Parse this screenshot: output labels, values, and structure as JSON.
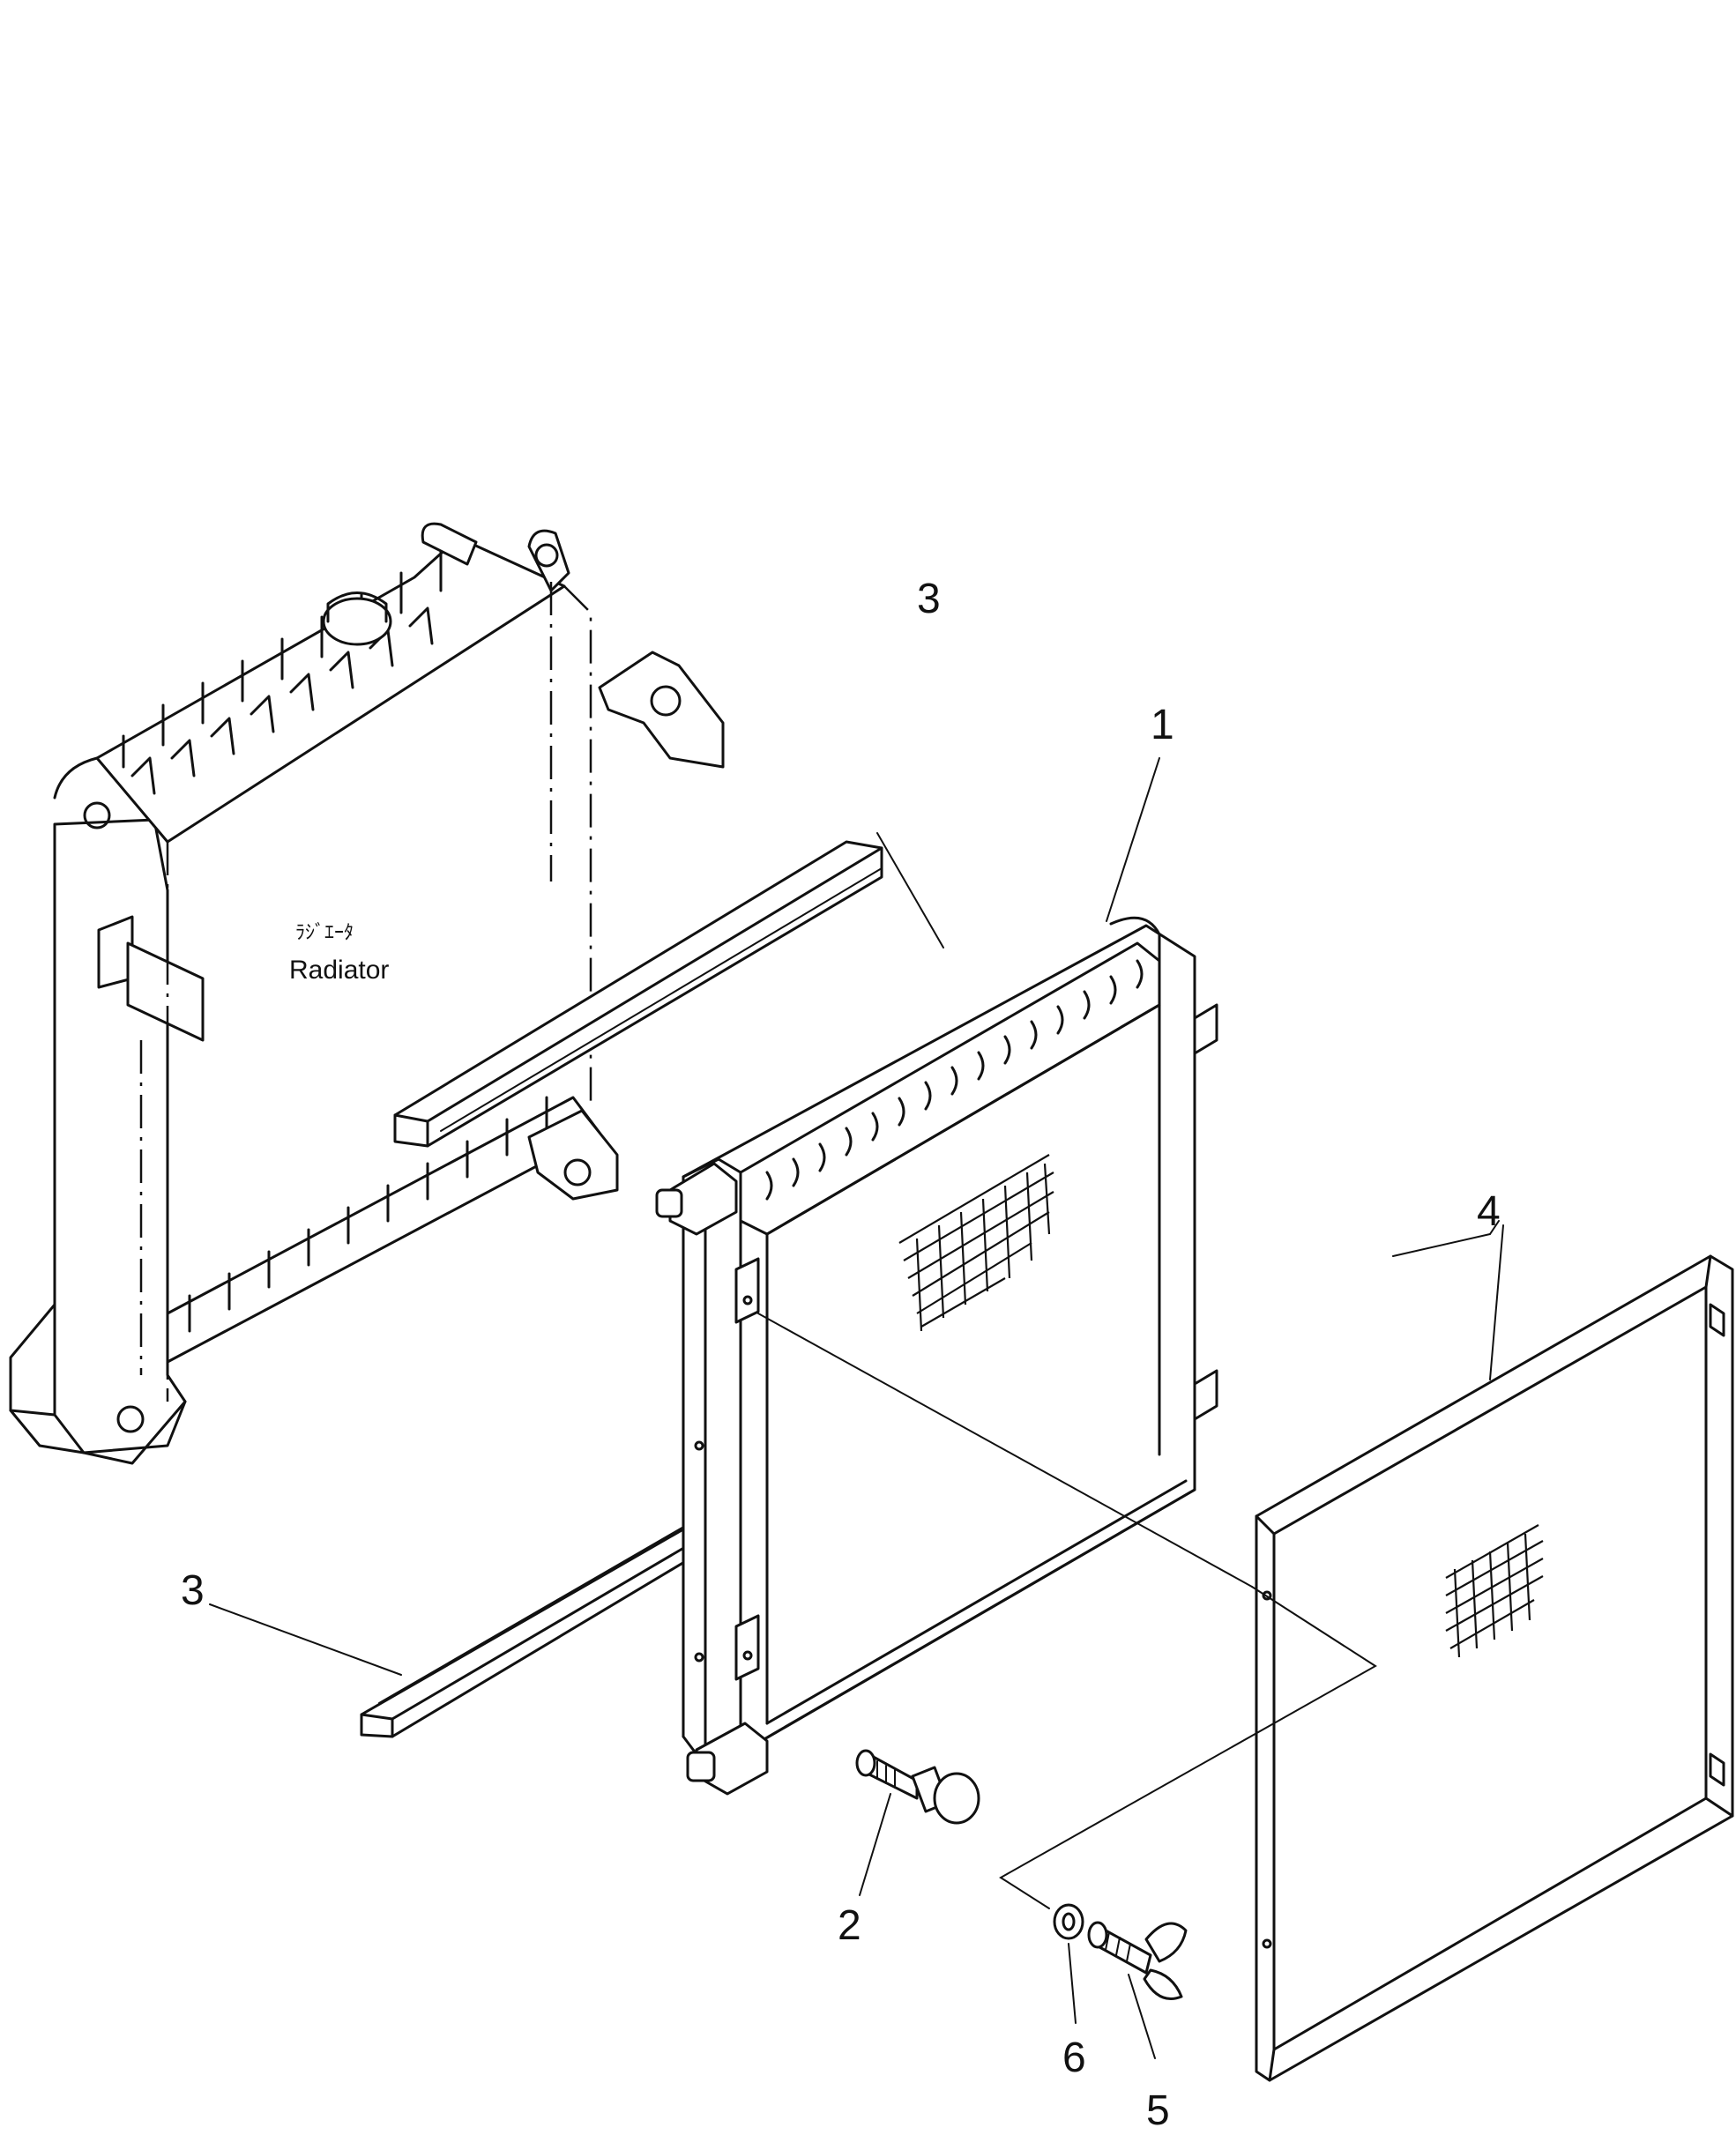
{
  "labels": {
    "radiator_jp": "ﾗｼﾞｴｰﾀ",
    "radiator_en": "Radiator"
  },
  "callouts": {
    "c1": "1",
    "c2": "2",
    "c3_top": "3",
    "c3_bottom": "3",
    "c4": "4",
    "c5": "5",
    "c6": "6"
  }
}
